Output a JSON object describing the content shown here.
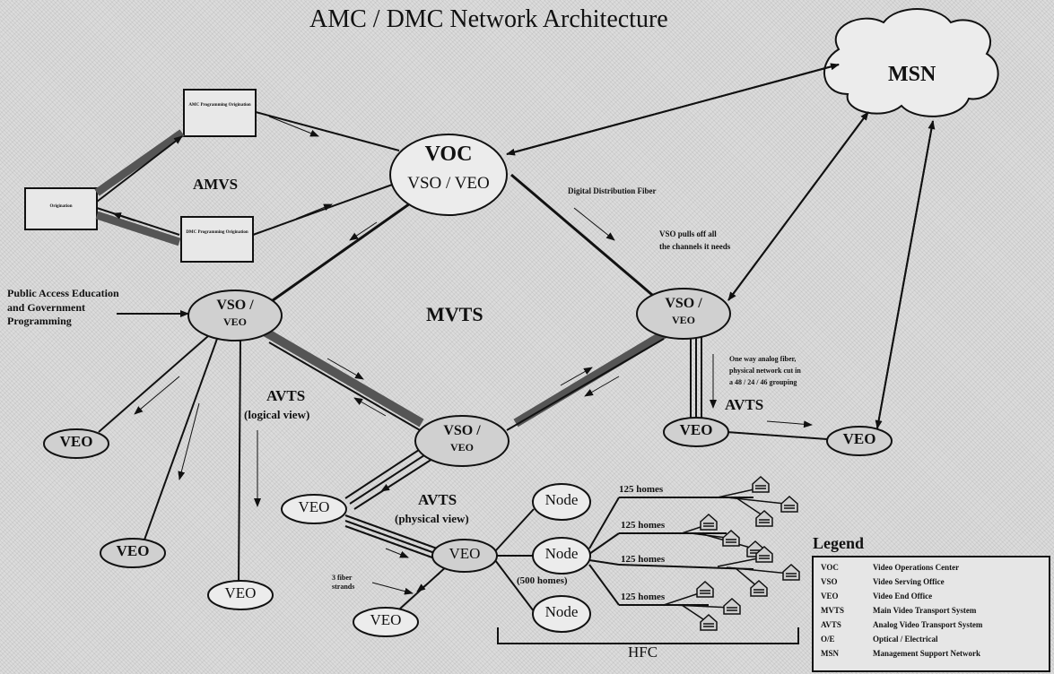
{
  "title": "AMC / DMC Network Architecture",
  "nodes": {
    "msn": "MSN",
    "voc_top": "VOC",
    "voc_bottom": "VSO / VEO",
    "vso_left_1": "VSO /",
    "vso_left_2": "VEO",
    "vso_right_1": "VSO /",
    "vso_right_2": "VEO",
    "vso_center_1": "VSO /",
    "vso_center_2": "VEO",
    "veo": "VEO",
    "node": "Node"
  },
  "region_labels": {
    "amvs": "AMVS",
    "mvts": "MVTS",
    "avts": "AVTS",
    "avts_logical": "(logical view)",
    "avts_physical": "(physical view)",
    "hfc": "HFC"
  },
  "annotations": {
    "public_access_1": "Public Access Education",
    "public_access_2": "and Government",
    "public_access_3": "Programming",
    "digital_fiber": "Digital Distribution Fiber",
    "vso_pulls_1": "VSO pulls off all",
    "vso_pulls_2": "the channels it needs",
    "one_way_1": "One way analog fiber,",
    "one_way_2": "physical network cut in",
    "one_way_3": "a 48 / 24 / 46 grouping",
    "fiber_strands_1": "3 fiber",
    "fiber_strands_2": "strands",
    "homes": "125 homes",
    "node_homes": "(500 homes)",
    "amc_box": "AMC Programming Origination",
    "dmc_box": "DMC Programming Origination",
    "src_box": "Origination"
  },
  "legend": {
    "title": "Legend",
    "rows": [
      {
        "abbr": "VOC",
        "desc": "Video Operations Center"
      },
      {
        "abbr": "VSO",
        "desc": "Video Serving Office"
      },
      {
        "abbr": "VEO",
        "desc": "Video End Office"
      },
      {
        "abbr": "MVTS",
        "desc": "Main Video Transport System"
      },
      {
        "abbr": "AVTS",
        "desc": "Analog Video Transport System"
      },
      {
        "abbr": "O/E",
        "desc": "Optical / Electrical"
      },
      {
        "abbr": "MSN",
        "desc": "Management Support Network"
      }
    ]
  }
}
